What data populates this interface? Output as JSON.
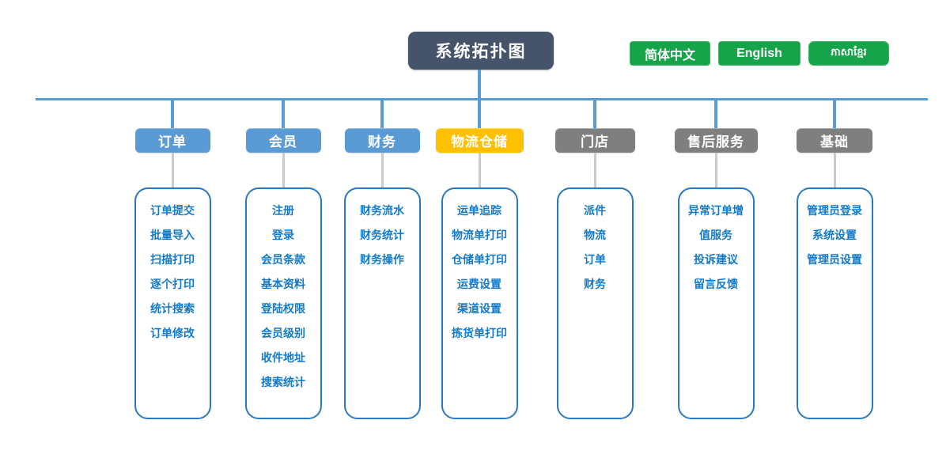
{
  "title": "系统拓扑图",
  "language_buttons": [
    {
      "label": "简体中文"
    },
    {
      "label": "English"
    },
    {
      "label": "ភាសាខ្មែរ"
    }
  ],
  "colors": {
    "title_bg": "#45536B",
    "connector_blue": "#5B9BD5",
    "connector_gray": "#CBCBCB",
    "branch_blue": "#5B9BD5",
    "branch_yellow": "#FFC000",
    "branch_gray": "#7F7F7F",
    "button_green": "#16A44A",
    "item_text": "#137AC9",
    "box_border": "#2B78BE"
  },
  "branches": [
    {
      "label": "订单",
      "color": "blue",
      "items": [
        "订单提交",
        "批量导入",
        "扫描打印",
        "逐个打印",
        "统计搜索",
        "订单修改"
      ]
    },
    {
      "label": "会员",
      "color": "blue",
      "items": [
        "注册",
        "登录",
        "会员条款",
        "基本资料",
        "登陆权限",
        "会员级别",
        "收件地址",
        "搜索统计"
      ]
    },
    {
      "label": "财务",
      "color": "blue",
      "items": [
        "财务流水",
        "财务统计",
        "财务操作"
      ]
    },
    {
      "label": "物流仓储",
      "color": "yellow",
      "items": [
        "运单追踪",
        "物流单打印",
        "仓储单打印",
        "运费设置",
        "渠道设置",
        "拣货单打印"
      ]
    },
    {
      "label": "门店",
      "color": "gray",
      "items": [
        "派件",
        "物流",
        "订单",
        "财务"
      ]
    },
    {
      "label": "售后服务",
      "color": "gray",
      "items": [
        "异常订单增",
        "值服务",
        "投诉建议",
        "留言反馈"
      ]
    },
    {
      "label": "基础",
      "color": "gray",
      "items": [
        "管理员登录",
        "系统设置",
        "管理员设置"
      ]
    }
  ]
}
